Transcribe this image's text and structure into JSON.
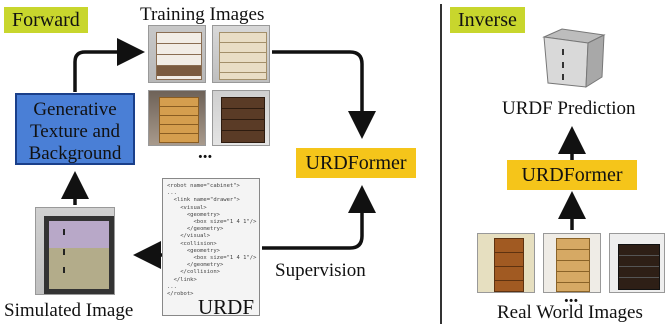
{
  "forward": {
    "tag": "Forward",
    "training_images_label": "Training Images",
    "ellipsis_train": "...",
    "generative_box": [
      "Generative",
      "Texture and",
      "Background"
    ],
    "urdformer_label": "URDFormer",
    "supervision_label": "Supervision",
    "simulated_image_label": "Simulated Image",
    "urdf_label": "URDF",
    "urdf_code": [
      "<robot name=\"cabinet\">",
      "...",
      "  <link name=\"drawer\">",
      "    <visual>",
      "      <geometry>",
      "        <box size=\"1 4 1\"/>",
      "      </geometry>",
      "    </visual>",
      "    <collision>",
      "      <geometry>",
      "        <box size=\"1 4 1\"/>",
      "      </geometry>",
      "    </collision>",
      "  </link>",
      "...",
      "</robot>"
    ]
  },
  "inverse": {
    "tag": "Inverse",
    "urdf_prediction_label": "URDF Prediction",
    "urdformer_label": "URDFormer",
    "real_world_label": "Real World Images",
    "ellipsis_real": "..."
  },
  "colors": {
    "tag": "#c8d62d",
    "urdformer": "#f5c51a",
    "generative": "#4a7fd6"
  }
}
